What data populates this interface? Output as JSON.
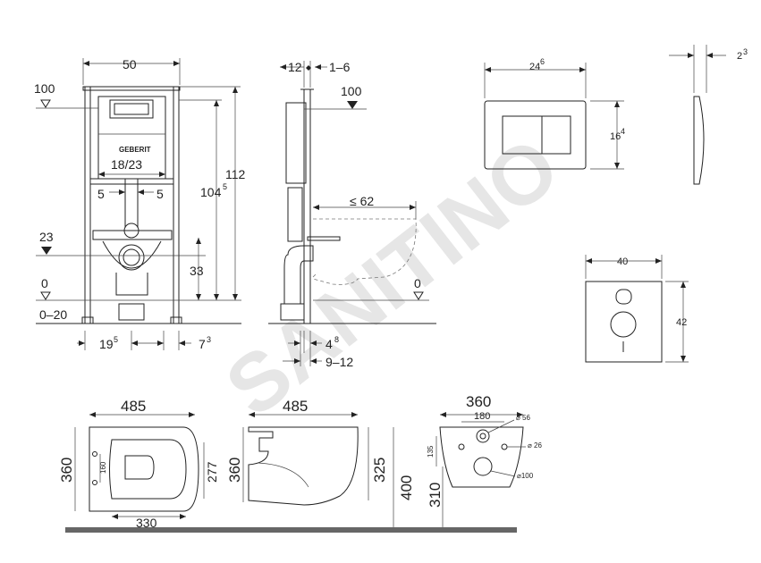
{
  "watermark": "SANITINO",
  "frame_front": {
    "width": "50",
    "height_total": "112",
    "height_inner_main": "104",
    "height_inner_sup": "5",
    "level_100": "100",
    "level_23": "23",
    "level_0": "0",
    "range_0_20": "0–20",
    "pipe_spacing": "18/23",
    "offset_left": "5",
    "offset_right": "5",
    "height_33": "33",
    "bottom_left_main": "19",
    "bottom_left_sup": "5",
    "bottom_right_main": "7",
    "bottom_right_sup": "3",
    "brand": "GEBERIT"
  },
  "frame_side": {
    "top_depth": "12",
    "top_range": "1–6",
    "level_100": "100",
    "bowl_projection": "≤ 62",
    "level_0": "0",
    "bottom_main": "4",
    "bottom_sup": "8",
    "bottom_range": "9–12"
  },
  "flush_plate": {
    "width_main": "24",
    "width_sup": "6",
    "height_main": "16",
    "height_sup": "4",
    "depth_main": "2",
    "depth_sup": "3"
  },
  "sound_mat": {
    "width": "40",
    "height": "42"
  },
  "bowl": {
    "top_length": "485",
    "top_width": "360",
    "seat_160": "160",
    "inner_277": "277",
    "bottom_330": "330",
    "side_length": "485",
    "side_height": "360",
    "side_325": "325",
    "side_400": "400",
    "rear_width": "360",
    "rear_180": "180",
    "rear_d56": "⌀ 56",
    "rear_d26": "⌀ 26",
    "rear_135": "135",
    "rear_d100": "⌀100",
    "rear_310": "310"
  }
}
